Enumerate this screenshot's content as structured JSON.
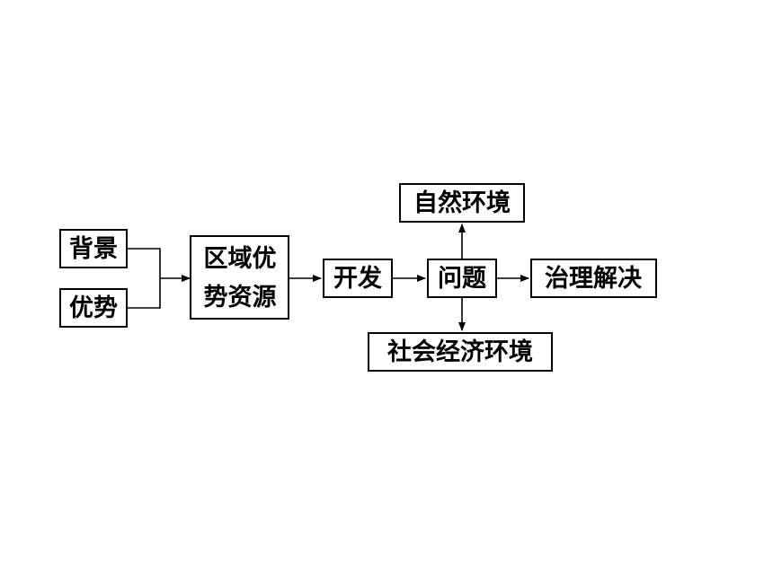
{
  "nodes": {
    "background": "背景",
    "advantage": "优势",
    "regional_resources_line1": "区域优",
    "regional_resources_line2": "势资源",
    "development": "开发",
    "problem": "问题",
    "natural_environment": "自然环境",
    "socioeconomic_environment": "社会经济环境",
    "governance": "治理解决"
  }
}
